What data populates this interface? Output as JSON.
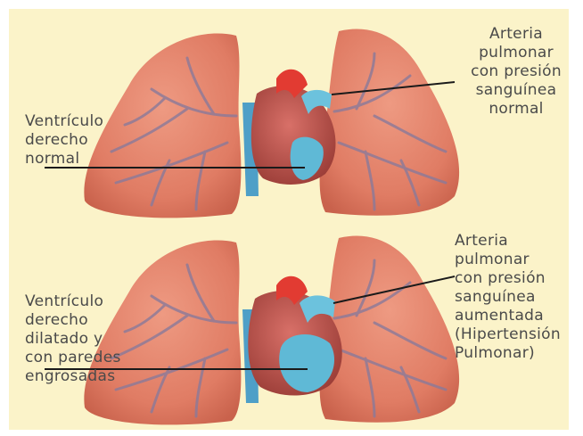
{
  "diagram": {
    "top": {
      "left_label": "Ventrículo\nderecho\nnormal",
      "right_label": "Arteria\npulmonar\ncon presión\nsanguínea\nnormal"
    },
    "bottom": {
      "left_label": "Ventrículo\nderecho\ndilatado y\ncon paredes\nengrosadas",
      "right_label": "Arteria\npulmonar\ncon presión\nsanguínea\naumentada\n(Hipertensión\nPulmonar)"
    }
  },
  "colors": {
    "background": "#fbf3c9",
    "lung": "#e4826a",
    "lung_dark": "#c9624c",
    "vessel": "#8a7a9a",
    "heart": "#b8544a",
    "blood_blue": "#5fb9d6",
    "aorta_red": "#e23b32",
    "pointer": "#1a1a1a",
    "text": "#4a4a4a"
  }
}
